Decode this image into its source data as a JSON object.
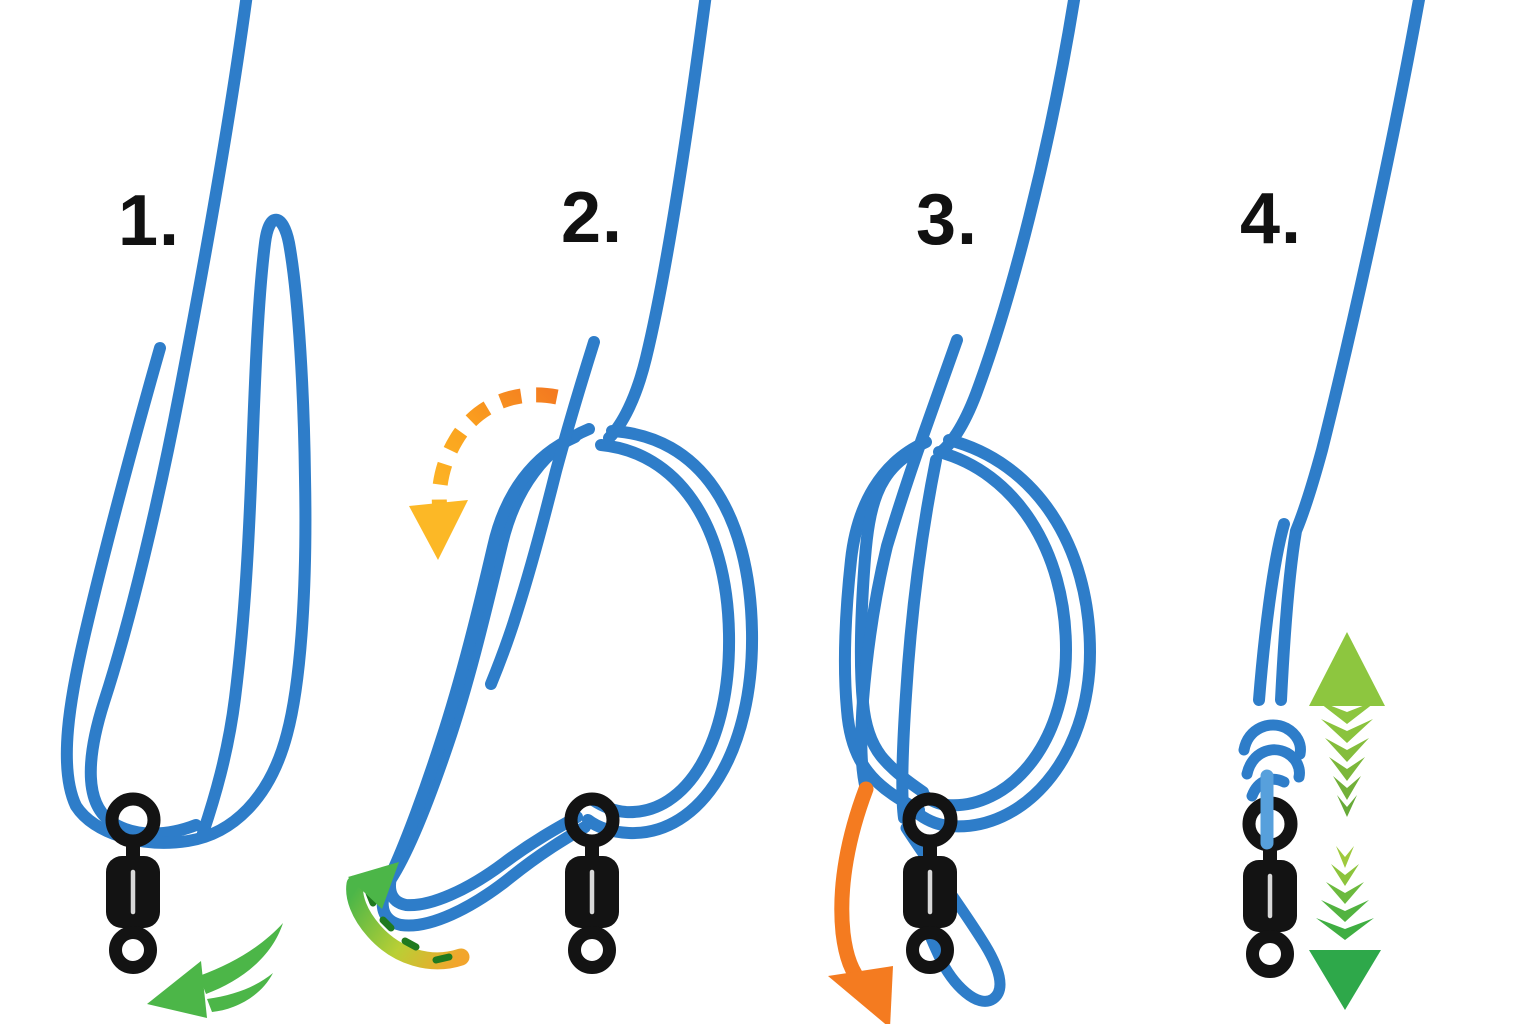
{
  "figure": {
    "steps": [
      {
        "label": "1."
      },
      {
        "label": "2."
      },
      {
        "label": "3."
      },
      {
        "label": "4."
      }
    ]
  },
  "colors": {
    "background": "#ffffff",
    "line_blue": "#2e7dc9",
    "line_blue_light": "#57a0dc",
    "swivel_black": "#131313",
    "slot_gray": "#d8d8d8",
    "arrow_green": "#4cb648",
    "arrow_lime": "#8dc63f",
    "arrow_deep_green": "#2ea84a",
    "arrow_yellow": "#fcb826",
    "arrow_orange": "#f47b20",
    "label_black": "#111111"
  }
}
